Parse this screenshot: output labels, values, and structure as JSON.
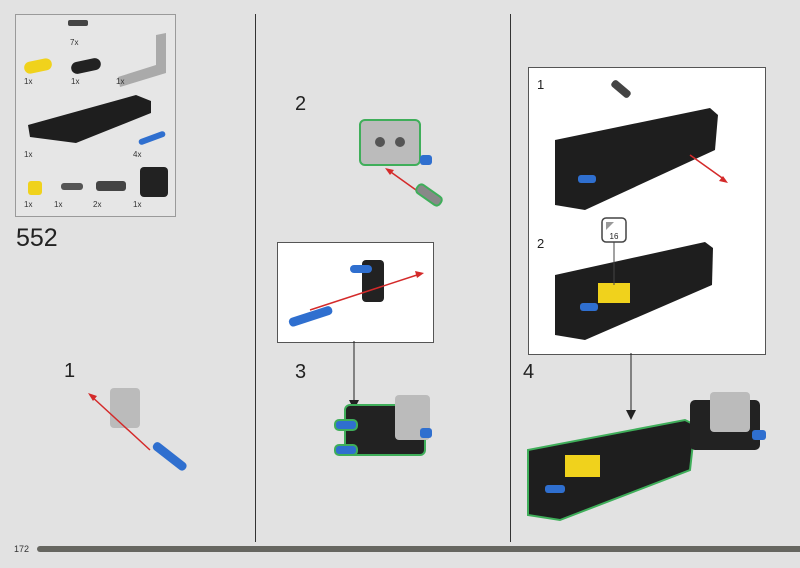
{
  "set_step_number": "552",
  "page_number": "172",
  "parts_list": [
    {
      "qty": "7x",
      "part": "friction-pin-dark-gray"
    },
    {
      "qty": "1x",
      "part": "beam-3-yellow"
    },
    {
      "qty": "1x",
      "part": "beam-3-black"
    },
    {
      "qty": "1x",
      "part": "l-beam-light-gray"
    },
    {
      "qty": "1x",
      "part": "panel-black"
    },
    {
      "qty": "4x",
      "part": "axle-pin-blue"
    },
    {
      "qty": "1x",
      "part": "cross-block-yellow"
    },
    {
      "qty": "1x",
      "part": "connector-dark-gray"
    },
    {
      "qty": "2x",
      "part": "double-pin-connector-dark-gray"
    },
    {
      "qty": "1x",
      "part": "block-black"
    }
  ],
  "steps": [
    {
      "number": "1"
    },
    {
      "number": "2"
    },
    {
      "number": "3"
    },
    {
      "number": "4",
      "substeps": [
        "1",
        "2"
      ],
      "rotation_callout": "16"
    }
  ],
  "progress": 1.0,
  "colors": {
    "background": "#e2e2e2",
    "black_part": "#222222",
    "blue_part": "#2f6fcf",
    "yellow_part": "#f0d21c",
    "arrow": "#d42a2a",
    "highlight": "#3fae5a",
    "progress": "#666660"
  }
}
